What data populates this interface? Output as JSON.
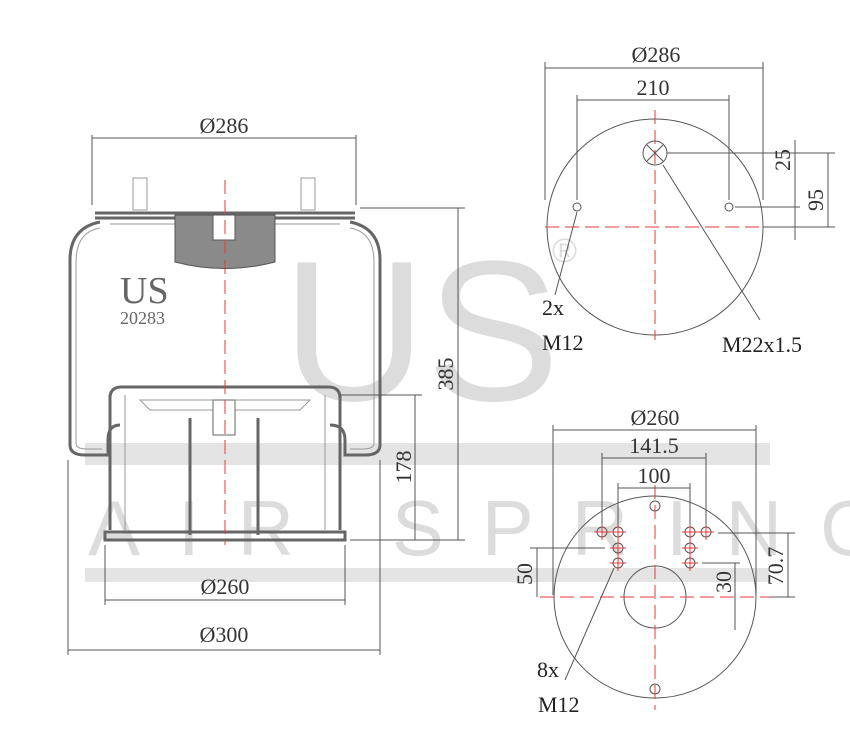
{
  "watermark": {
    "brand": "US",
    "registered": "®",
    "tagline": "AIR SPRING",
    "color": "#dcdcdc"
  },
  "side_view": {
    "brand": "US",
    "part_number": "20283",
    "dims": {
      "top_diameter": "Ø286",
      "height": "385",
      "piston_height": "178",
      "piston_diameter": "Ø260",
      "max_diameter": "Ø300"
    }
  },
  "top_view": {
    "dims": {
      "diameter": "Ø286",
      "stud_spacing": "210",
      "offset": "25",
      "offset2": "95"
    },
    "stud_qty": "2x",
    "stud_thread": "M12",
    "air_fitting": "M22x1.5"
  },
  "bottom_view": {
    "dims": {
      "diameter": "Ø260",
      "outer_spacing": "141.5",
      "inner_spacing": "100",
      "left_offset": "50",
      "right_offset": "30",
      "right_offset2": "70.7"
    },
    "hole_qty": "8x",
    "hole_thread": "M12"
  },
  "colors": {
    "centerline": "#e83a3a",
    "outline": "#555555"
  }
}
